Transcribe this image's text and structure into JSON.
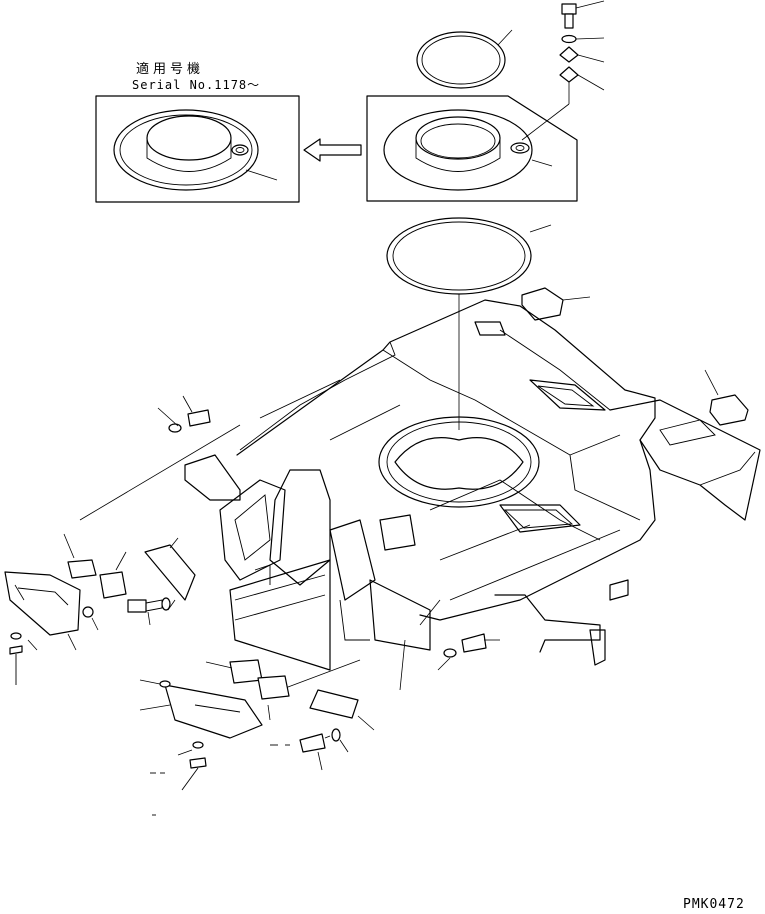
{
  "header": {
    "applicable_models": "適用号機",
    "serial": "Serial No.1178～"
  },
  "footer": {
    "drawing_code": "PMK0472"
  },
  "colors": {
    "line": "#000000",
    "background": "#ffffff"
  }
}
